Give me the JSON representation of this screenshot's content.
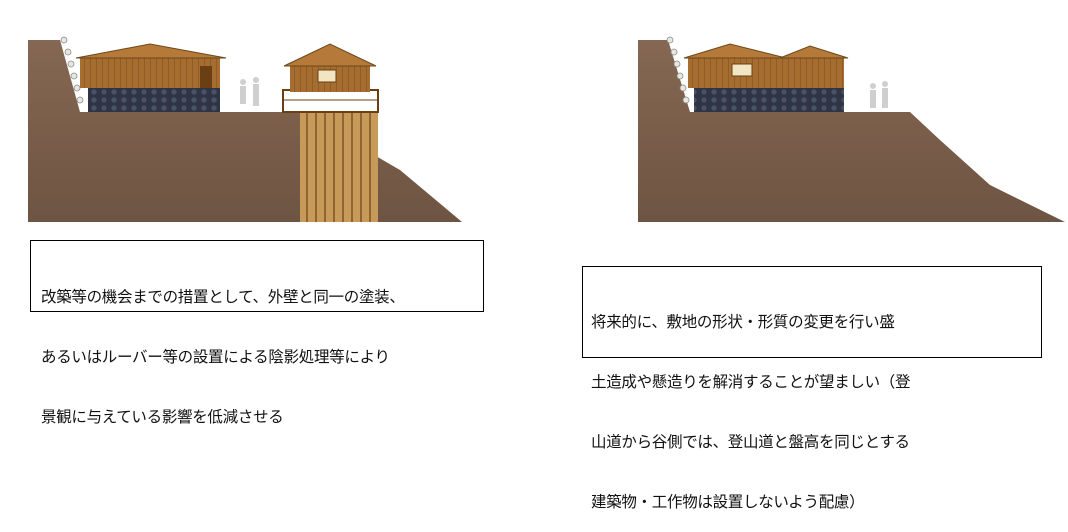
{
  "captions": {
    "left": {
      "lines": [
        "改築等の機会までの措置として、外壁と同一の塗装、",
        "あるいはルーバー等の設置による陰影処理等により",
        "景観に与えている影響を低減させる"
      ]
    },
    "right": {
      "lines": [
        "将来的に、敷地の形状・形質の変更を行い盛",
        "土造成や懸造りを解消することが望ましい（登",
        "山道から谷側では、登山道と盤高を同じとする",
        "建築物・工作物は設置しないよう配慮）"
      ]
    }
  },
  "colors": {
    "ground": "#7b5f4b",
    "wood": "#a0692e",
    "stone": "#2d3342",
    "person": "#cfcfcf"
  }
}
